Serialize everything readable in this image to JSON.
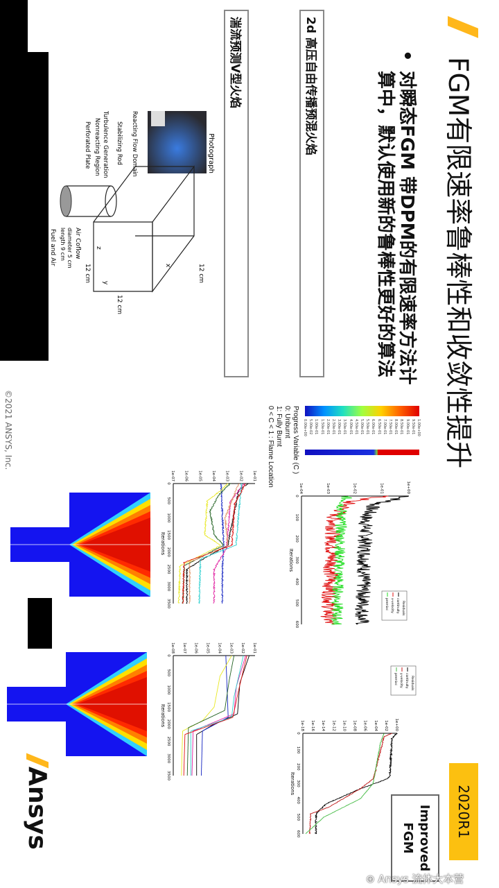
{
  "slide": {
    "title": "FGM有限速率鲁棒性和收敛性提升",
    "bullet": "对瞬态FGM 带DPM的有限速率方法计算中，默认使用新的鲁棒性更好的算法",
    "section1": "2d 高压自由传播预混火焰",
    "section2": "湍流预测V型火焰",
    "copyright": "©2021 ANSYS, Inc.",
    "version_badge": "2020R1",
    "improved_line1": "Improved",
    "improved_line2": "FGM",
    "logo_text": "Ansys",
    "watermark": "Ansys 流体大本营"
  },
  "diagram": {
    "photo_caption": "Photograph",
    "labels": [
      "Reacting Flow Domain",
      "Stabilizing Rod",
      "Turbulence Generation",
      "Nonreacting Region",
      "Perforated Plate"
    ],
    "dim_x": "12 cm",
    "dim_y": "12 cm",
    "dim_z": "12 cm",
    "axis_x": "x",
    "axis_y": "y",
    "axis_z": "z",
    "coflow": "Air Coflow",
    "tube_dims1": "diameter 5 cm",
    "tube_dims2": "length 9 cm",
    "inlet": "Fuel and Air"
  },
  "colorbar": {
    "labels": [
      "1.00e+00",
      "9.50e-01",
      "9.00e-01",
      "8.50e-01",
      "8.00e-01",
      "7.50e-01",
      "7.00e-01",
      "6.50e-01",
      "6.00e-01",
      "5.50e-01",
      "5.00e-01",
      "4.50e-01",
      "4.00e-01",
      "3.50e-01",
      "3.00e-01",
      "2.50e-01",
      "2.00e-01",
      "1.50e-01",
      "1.00e-01",
      "5.00e-02",
      "0.00e+00"
    ],
    "legend": [
      "Progress Variable (C )",
      "0: Unburnt",
      "1: Fully Burnt",
      "0 < C < 1 : Flame Location"
    ]
  },
  "chart_data": [
    {
      "type": "line",
      "xlabel": "Iterations",
      "xlim": [
        0,
        600
      ],
      "xticks": [
        0,
        100,
        200,
        300,
        400,
        500,
        600
      ],
      "ylim": [
        -4,
        0
      ],
      "yticks": [
        "1e+00",
        "1e-01",
        "1e-02",
        "1e-03",
        "1e-04"
      ],
      "log": true,
      "legend": [
        "Residuals",
        "continuity",
        "x-velocity",
        "premixc"
      ],
      "series": [
        {
          "name": "continuity",
          "color": "#000000",
          "noise": 0.28,
          "pts": [
            [
              0,
              0
            ],
            [
              15,
              -0.5
            ],
            [
              40,
              -1.3
            ],
            [
              100,
              -1.6
            ],
            [
              600,
              -1.75
            ]
          ]
        },
        {
          "name": "x-velocity",
          "color": "#e01010",
          "noise": 0.3,
          "pts": [
            [
              0,
              -0.9
            ],
            [
              25,
              -2.2
            ],
            [
              100,
              -2.8
            ],
            [
              600,
              -3.0
            ]
          ]
        },
        {
          "name": "premixc",
          "color": "#22dd22",
          "noise": 0.22,
          "pts": [
            [
              0,
              -2.3
            ],
            [
              50,
              -2.5
            ],
            [
              600,
              -2.7
            ]
          ]
        }
      ]
    },
    {
      "type": "line",
      "xlabel": "Iterations",
      "xlim": [
        0,
        600
      ],
      "xticks": [
        0,
        100,
        200,
        300,
        400,
        500,
        600
      ],
      "ylim": [
        -18,
        0
      ],
      "yticks": [
        "1e+00",
        "1e-02",
        "1e-04",
        "1e-06",
        "1e-08",
        "1e-10",
        "1e-12",
        "1e-14",
        "1e-16",
        "1e-18"
      ],
      "log": true,
      "legend": [
        "Residuals",
        "continuity",
        "y-velocity",
        "premixc"
      ],
      "series": [
        {
          "name": "continuity",
          "color": "#000000",
          "noise": 0.15,
          "pts": [
            [
              0,
              0
            ],
            [
              30,
              -1
            ],
            [
              260,
              -1.4
            ],
            [
              280,
              -2.5
            ],
            [
              330,
              -7
            ],
            [
              420,
              -13.5
            ],
            [
              480,
              -15.5
            ],
            [
              600,
              -15.5
            ]
          ]
        },
        {
          "name": "y-velocity",
          "color": "#c01818",
          "noise": 0.1,
          "pts": [
            [
              0,
              -1
            ],
            [
              20,
              -2.5
            ],
            [
              270,
              -4.5
            ],
            [
              330,
              -7
            ],
            [
              440,
              -13
            ],
            [
              480,
              -16.5
            ],
            [
              600,
              -16.7
            ]
          ]
        },
        {
          "name": "premixc",
          "color": "#44bb44",
          "noise": 0.05,
          "pts": [
            [
              0,
              -2.5
            ],
            [
              60,
              -3.2
            ],
            [
              300,
              -4.6
            ],
            [
              390,
              -7
            ],
            [
              500,
              -14
            ],
            [
              600,
              -17.5
            ]
          ]
        }
      ]
    },
    {
      "type": "line",
      "xlabel": "Iterations",
      "xlim": [
        0,
        3500
      ],
      "xticks": [
        0,
        500,
        1000,
        1500,
        2000,
        2500,
        3000,
        3500
      ],
      "ylim": [
        -7,
        -1
      ],
      "yticks": [
        "1e-01",
        "1e-02",
        "1e-03",
        "1e-04",
        "1e-05",
        "1e-06",
        "1e-07"
      ],
      "log": true,
      "legend": [],
      "series": [
        {
          "name": "s1",
          "color": "#000000",
          "noise": 0.05,
          "pts": [
            [
              0,
              -1.5
            ],
            [
              200,
              -2.2
            ],
            [
              1000,
              -2.6
            ],
            [
              1800,
              -3
            ],
            [
              2200,
              -4.8
            ],
            [
              2500,
              -6
            ],
            [
              3500,
              -6
            ]
          ]
        },
        {
          "name": "s2",
          "color": "#1020c0",
          "noise": 0.05,
          "pts": [
            [
              0,
              -3.5
            ],
            [
              1800,
              -3.3
            ],
            [
              2500,
              -3.4
            ],
            [
              3500,
              -3.4
            ]
          ]
        },
        {
          "name": "s3",
          "color": "#e8e820",
          "noise": 0.05,
          "pts": [
            [
              0,
              -3
            ],
            [
              200,
              -3.5
            ],
            [
              500,
              -4.5
            ],
            [
              1500,
              -4.7
            ],
            [
              1800,
              -3.5
            ],
            [
              2100,
              -5
            ],
            [
              2400,
              -6.5
            ],
            [
              3500,
              -6.6
            ]
          ]
        },
        {
          "name": "s4",
          "color": "#206020",
          "noise": 0.05,
          "pts": [
            [
              0,
              -2.8
            ],
            [
              300,
              -3.6
            ],
            [
              800,
              -4.3
            ],
            [
              1500,
              -4
            ],
            [
              1800,
              -3.3
            ],
            [
              2400,
              -6.2
            ],
            [
              3500,
              -6.3
            ]
          ]
        },
        {
          "name": "s5",
          "color": "#e020a0",
          "noise": 0.05,
          "pts": [
            [
              0,
              -1.8
            ],
            [
              500,
              -2.8
            ],
            [
              1500,
              -3
            ],
            [
              1900,
              -3.1
            ],
            [
              2500,
              -4.0
            ],
            [
              3500,
              -4.0
            ]
          ]
        },
        {
          "name": "s6",
          "color": "#30d0d0",
          "noise": 0.05,
          "pts": [
            [
              0,
              -2
            ],
            [
              1800,
              -2.4
            ],
            [
              2200,
              -5
            ],
            [
              3500,
              -5.1
            ]
          ]
        },
        {
          "name": "s7",
          "color": "#e01010",
          "noise": 0.05,
          "pts": [
            [
              0,
              -1.7
            ],
            [
              600,
              -2.5
            ],
            [
              1800,
              -2.7
            ],
            [
              2300,
              -6.2
            ],
            [
              3500,
              -6.3
            ]
          ]
        },
        {
          "name": "s8",
          "color": "#e09060",
          "noise": 0.05,
          "pts": [
            [
              0,
              -2.2
            ],
            [
              1000,
              -3.2
            ],
            [
              1800,
              -3.0
            ],
            [
              2300,
              -5.8
            ],
            [
              3500,
              -5.8
            ]
          ]
        }
      ]
    },
    {
      "type": "line",
      "xlabel": "Iterations",
      "xlim": [
        0,
        3500
      ],
      "xticks": [
        0,
        500,
        1000,
        1500,
        2000,
        2500,
        3000,
        3500
      ],
      "ylim": [
        -8,
        -1
      ],
      "yticks": [
        "1e-01",
        "1e-02",
        "1e-03",
        "1e-04",
        "1e-05",
        "1e-06",
        "1e-07",
        "1e-08"
      ],
      "log": true,
      "legend": [],
      "series": [
        {
          "name": "s1",
          "color": "#000000",
          "noise": 0.0,
          "pts": [
            [
              0,
              -1.5
            ],
            [
              800,
              -2.3
            ],
            [
              1700,
              -2.5
            ],
            [
              2000,
              -4.5
            ],
            [
              2300,
              -6
            ],
            [
              3500,
              -6
            ]
          ]
        },
        {
          "name": "s2",
          "color": "#1020c0",
          "noise": 0.0,
          "pts": [
            [
              0,
              -3.5
            ],
            [
              1800,
              -3.3
            ],
            [
              2200,
              -5.5
            ],
            [
              3500,
              -5.6
            ]
          ]
        },
        {
          "name": "s3",
          "color": "#e8e820",
          "noise": 0.0,
          "pts": [
            [
              0,
              -3
            ],
            [
              600,
              -4
            ],
            [
              1500,
              -4.5
            ],
            [
              1900,
              -5.5
            ],
            [
              2200,
              -7.2
            ],
            [
              3500,
              -7.3
            ]
          ]
        },
        {
          "name": "s4",
          "color": "#206020",
          "noise": 0.0,
          "pts": [
            [
              0,
              -2.8
            ],
            [
              700,
              -3.2
            ],
            [
              1600,
              -3.6
            ],
            [
              2100,
              -6.7
            ],
            [
              3500,
              -6.8
            ]
          ]
        },
        {
          "name": "s5",
          "color": "#e020a0",
          "noise": 0.0,
          "pts": [
            [
              0,
              -1.8
            ],
            [
              900,
              -2.6
            ],
            [
              1700,
              -2.8
            ],
            [
              2200,
              -6.3
            ],
            [
              3500,
              -6.4
            ]
          ]
        },
        {
          "name": "s6",
          "color": "#30d0d0",
          "noise": 0.0,
          "pts": [
            [
              0,
              -2
            ],
            [
              1200,
              -2.8
            ],
            [
              1800,
              -3
            ],
            [
              2200,
              -6.5
            ],
            [
              3500,
              -6.5
            ]
          ]
        },
        {
          "name": "s7",
          "color": "#e01010",
          "noise": 0.0,
          "pts": [
            [
              0,
              -1.7
            ],
            [
              1000,
              -2.4
            ],
            [
              1800,
              -2.9
            ],
            [
              2300,
              -7
            ],
            [
              3500,
              -7.1
            ]
          ]
        }
      ]
    }
  ],
  "colors": {
    "accent": "#ffb71b",
    "badge": "#fcc010",
    "flame_blue": "#1010ee",
    "flame_red": "#ff2a00"
  }
}
